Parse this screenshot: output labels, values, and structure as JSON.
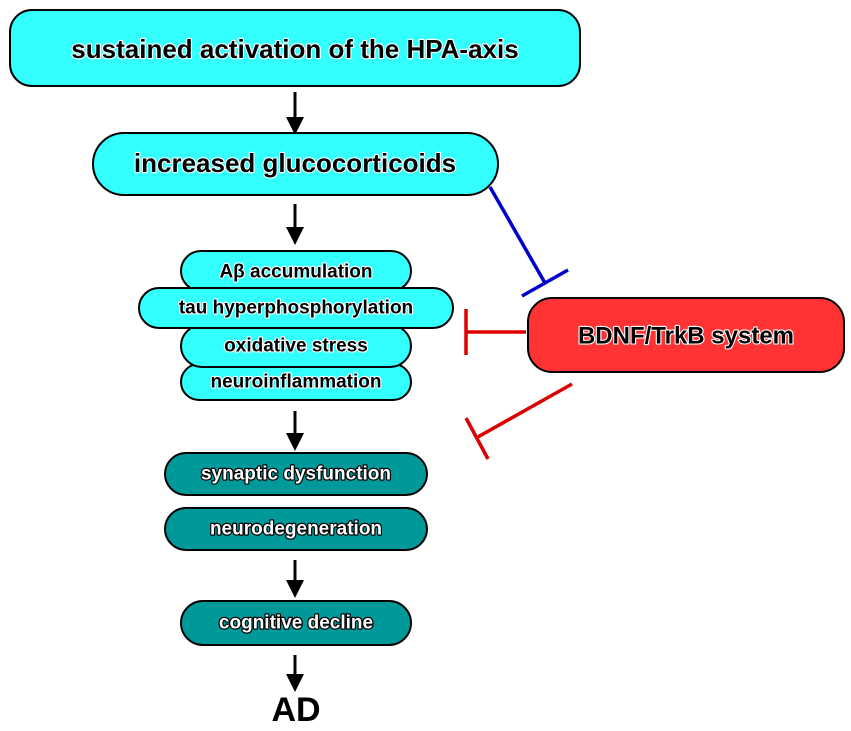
{
  "colors": {
    "light_box": "#33ffff",
    "dark_box": "#009999",
    "bdnf_box": "#ff3333",
    "blue_inhibit": "#0000cc",
    "red_inhibit": "#dd0000",
    "arrow": "#000000"
  },
  "nodes": {
    "hpa": "sustained activation of the HPA-axis",
    "glucocorticoids": "increased glucocorticoids",
    "abeta": "Aβ accumulation",
    "tau": "tau hyperphosphorylation",
    "oxidative": "oxidative stress",
    "neuroinflammation": "neuroinflammation",
    "synaptic": "synaptic dysfunction",
    "neurodegeneration": "neurodegeneration",
    "cognitive": "cognitive decline",
    "ad": "AD",
    "bdnf": "BDNF/TrkB system"
  }
}
